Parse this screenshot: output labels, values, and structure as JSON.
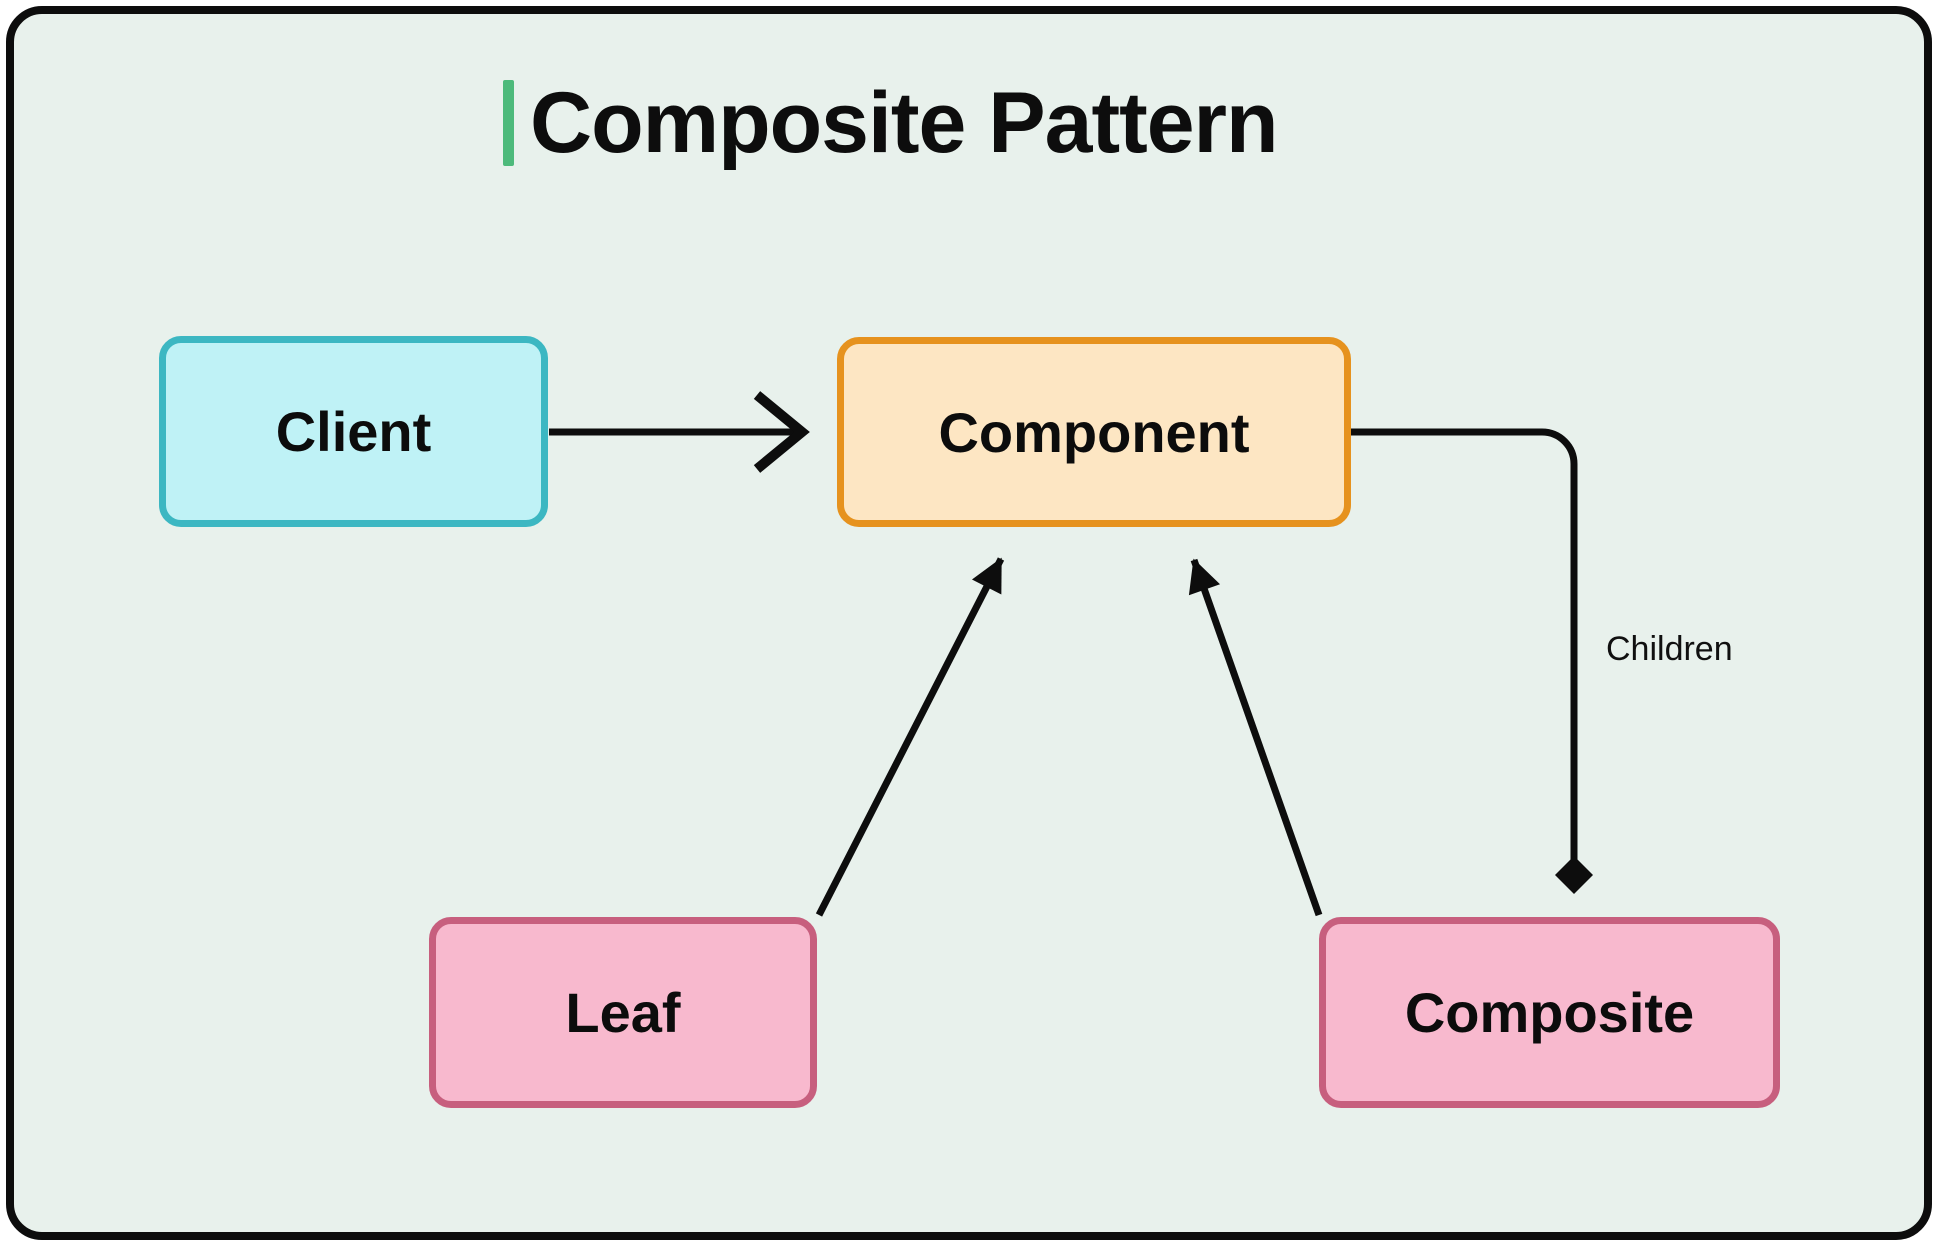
{
  "title": {
    "text": "Composite Pattern"
  },
  "nodes": {
    "client": {
      "label": "Client"
    },
    "component": {
      "label": "Component"
    },
    "leaf": {
      "label": "Leaf"
    },
    "composite": {
      "label": "Composite"
    }
  },
  "edges": {
    "client_to_component": {
      "style": "open-chevron-arrow"
    },
    "leaf_to_component": {
      "style": "filled-triangle-arrow"
    },
    "composite_to_component": {
      "style": "filled-triangle-arrow"
    },
    "component_to_composite": {
      "style": "filled-diamond-aggregation",
      "label": "Children"
    }
  },
  "colors": {
    "bg_mint": "#e8f1ec",
    "ink": "#0d0d0d",
    "accent_green": "#4dba7b",
    "client_fill": "#bff2f6",
    "client_border": "#3cb7c2",
    "component_fill": "#fde6c3",
    "component_border": "#e6921e",
    "pink_fill": "#f8b9ce",
    "pink_border": "#c75f7e"
  }
}
